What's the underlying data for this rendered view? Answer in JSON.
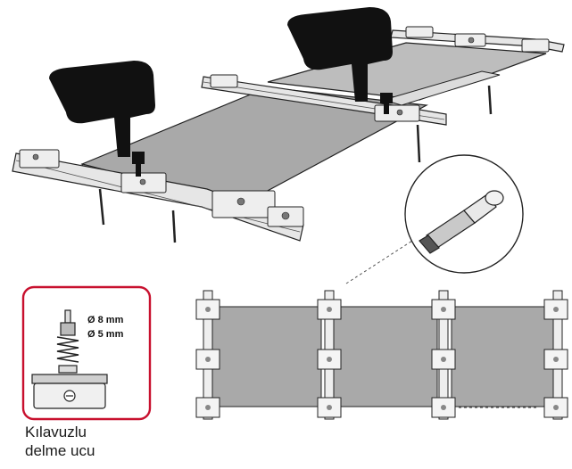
{
  "inset": {
    "drill_diameter": "Ø 8 mm",
    "tap_diameter": "Ø 5 mm",
    "frame_color": "#c8102e"
  },
  "caption": {
    "line1": "Kılavuzlu",
    "line2": "delme ucu"
  },
  "icons": {
    "drill": "cordless-drill-icon",
    "connector": "cam-lock-connector-icon"
  },
  "colors": {
    "panel": "#a9a9a9",
    "rail": "#e6e6e6",
    "outline": "#222222",
    "accent": "#c8102e"
  }
}
